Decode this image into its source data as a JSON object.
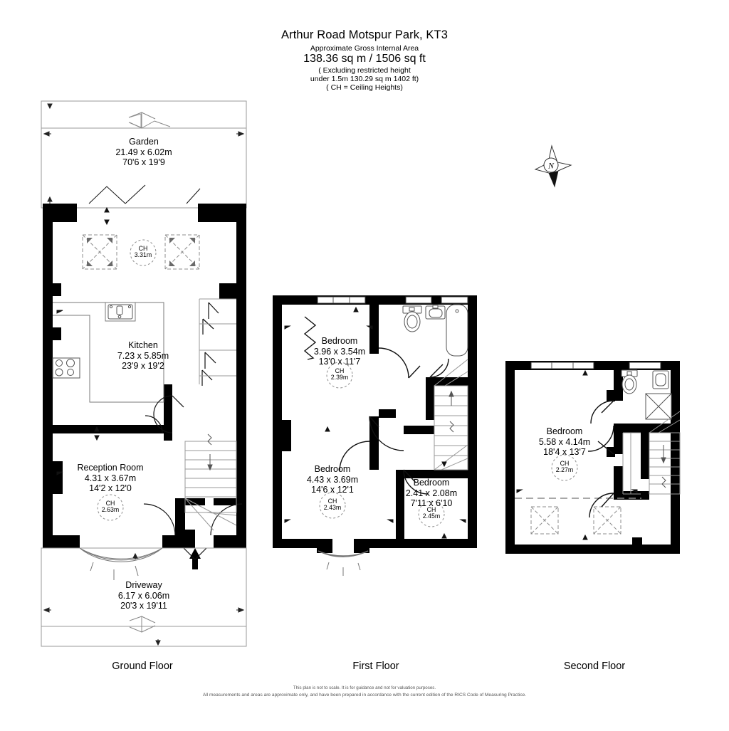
{
  "header": {
    "title": "Arthur Road Motspur Park, KT3",
    "subtitle": "Approximate Gross Internal Area",
    "area": "138.36 sq m / 1506 sq ft",
    "excluding_1": "( Excluding restricted height",
    "excluding_2": "under 1.5m 130.29 sq m 1402 ft)",
    "excluding_3": "( CH = Ceiling Heights)"
  },
  "compass": {
    "label": "N",
    "name": "north-arrow"
  },
  "floors": [
    {
      "key": "ground",
      "label": "Ground Floor"
    },
    {
      "key": "first",
      "label": "First Floor"
    },
    {
      "key": "second",
      "label": "Second Floor"
    }
  ],
  "ground_rooms": {
    "garden": {
      "name": "Garden",
      "metric": "21.49 x 6.02m",
      "imperial": "70'6 x 19'9"
    },
    "kitchen": {
      "name": "Kitchen",
      "metric": "7.23 x 5.85m",
      "imperial": "23'9 x 19'2",
      "ch_label": "CH",
      "ch_value": "3.31m"
    },
    "reception": {
      "name": "Reception Room",
      "metric": "4.31 x 3.67m",
      "imperial": "14'2 x 12'0",
      "ch_label": "CH",
      "ch_value": "2.63m"
    },
    "driveway": {
      "name": "Driveway",
      "metric": "6.17 x 6.06m",
      "imperial": "20'3 x 19'11"
    }
  },
  "first_rooms": {
    "bedroom_front": {
      "name": "Bedroom",
      "metric": "3.96 x 3.54m",
      "imperial": "13'0 x 11'7",
      "ch_label": "CH",
      "ch_value": "2.39m"
    },
    "bedroom_main": {
      "name": "Bedroom",
      "metric": "4.43 x 3.69m",
      "imperial": "14'6 x 12'1",
      "ch_label": "CH",
      "ch_value": "2.43m"
    },
    "bedroom_small": {
      "name": "Bedroom",
      "metric": "2.41 x 2.08m",
      "imperial": "7'11 x 6'10",
      "ch_label": "CH",
      "ch_value": "2.45m"
    }
  },
  "second_rooms": {
    "bedroom_loft": {
      "name": "Bedroom",
      "metric": "5.58 x 4.14m",
      "imperial": "18'4 x 13'7",
      "ch_label": "CH",
      "ch_value": "2.27m"
    }
  },
  "footer": {
    "line1": "This plan is not to scale. It is for guidance and not for valuation purposes.",
    "line2": "All measurements and areas are approximate only, and have been prepared in accordance with the current edition of the RICS Code of Measuring Practice."
  },
  "colors": {
    "wall": "#000000",
    "fixture_stroke": "#6e6e6e",
    "light_stroke": "#9a9a9a",
    "background": "#ffffff",
    "text": "#000000"
  }
}
